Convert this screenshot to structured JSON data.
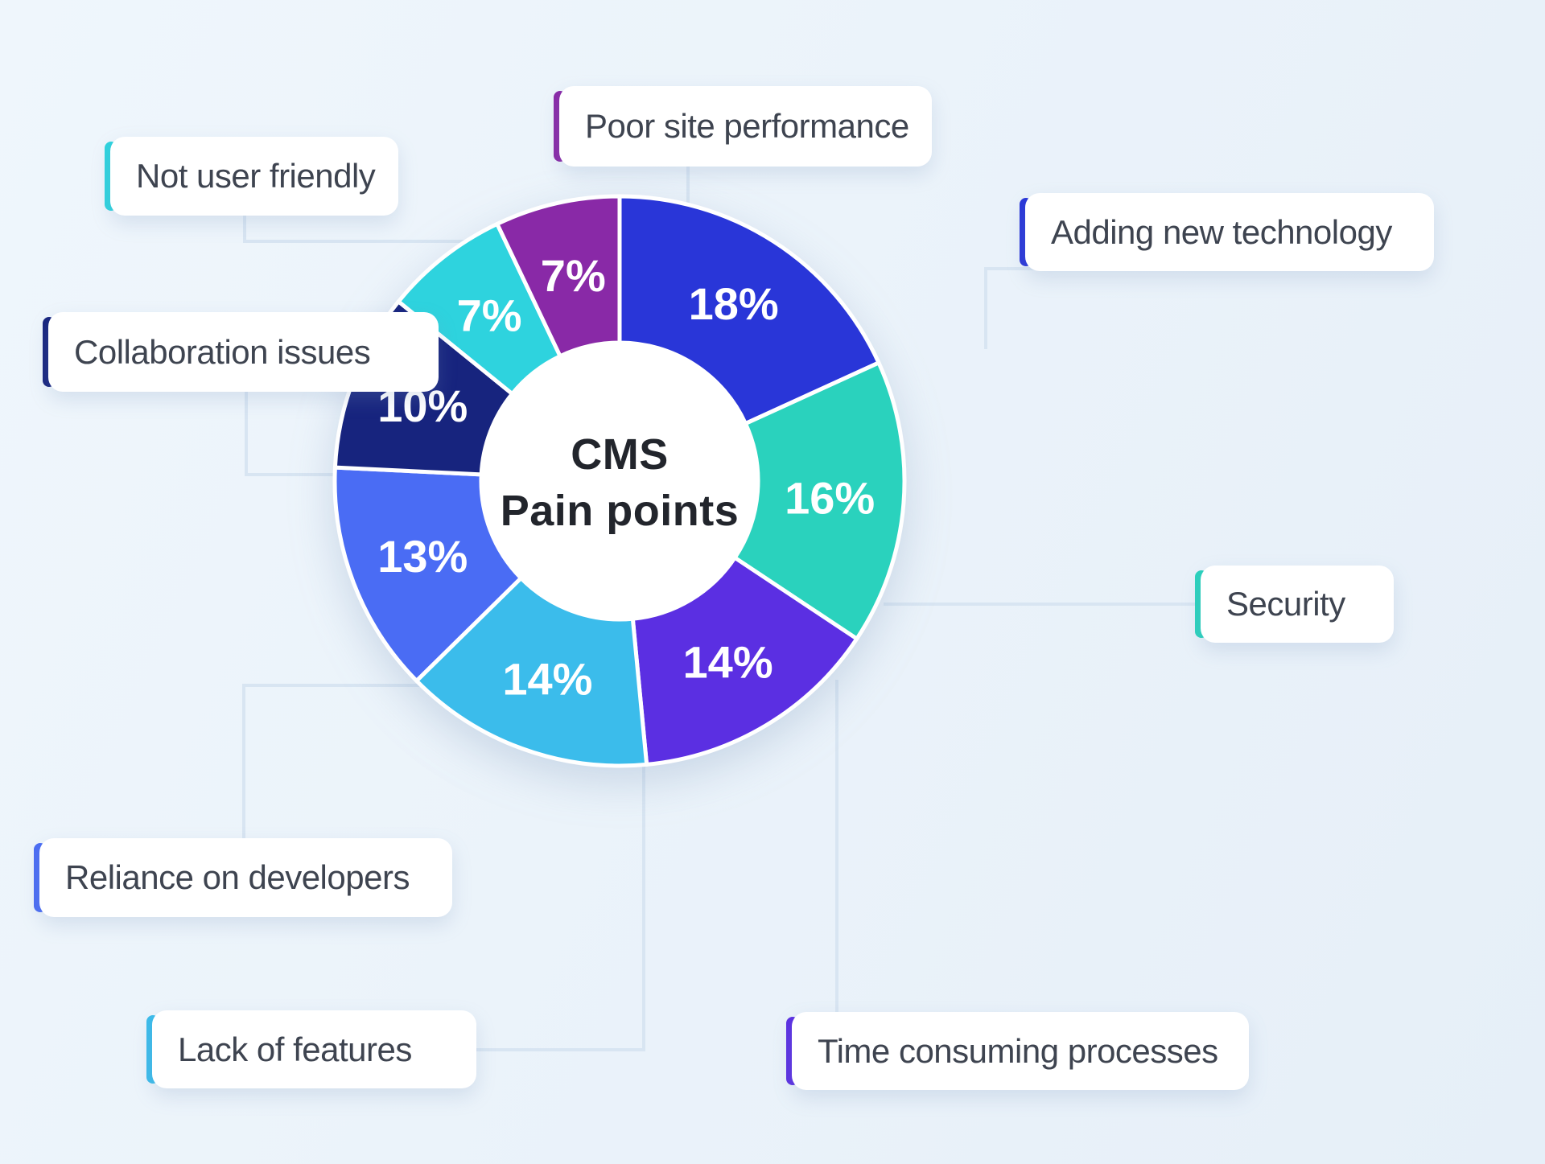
{
  "chart_data": {
    "type": "pie",
    "variant": "donut",
    "title": "CMS Pain points",
    "center_title_lines": [
      "CMS",
      "Pain points"
    ],
    "value_suffix": "%",
    "total_percent": 99,
    "legend_position": "callout-cards",
    "segments": [
      {
        "id": "adding-new-technology",
        "label": "Adding new technology",
        "value": 18,
        "color": "#2936D8"
      },
      {
        "id": "security",
        "label": "Security",
        "value": 16,
        "color": "#2AD2BD"
      },
      {
        "id": "time-consuming-processes",
        "label": "Time consuming processes",
        "value": 14,
        "color": "#5B2FE2"
      },
      {
        "id": "lack-of-features",
        "label": "Lack of features",
        "value": 14,
        "color": "#3BBCEB"
      },
      {
        "id": "reliance-on-developers",
        "label": "Reliance on developers",
        "value": 13,
        "color": "#4A6CF4"
      },
      {
        "id": "collaboration-issues",
        "label": "Collaboration issues",
        "value": 10,
        "color": "#17247E"
      },
      {
        "id": "not-user-friendly",
        "label": "Not user friendly",
        "value": 7,
        "color": "#2ED3DE"
      },
      {
        "id": "poor-site-performance",
        "label": "Poor site performance",
        "value": 7,
        "color": "#8929A7"
      }
    ]
  },
  "colors": {
    "background": "#EDF4FB",
    "card_background": "#FFFFFF",
    "card_text": "#3E4450",
    "center_text": "#22252C",
    "percent_text": "#FFFFFF",
    "connector": "#D8E5F2",
    "segment_divider": "#FFFFFF"
  }
}
